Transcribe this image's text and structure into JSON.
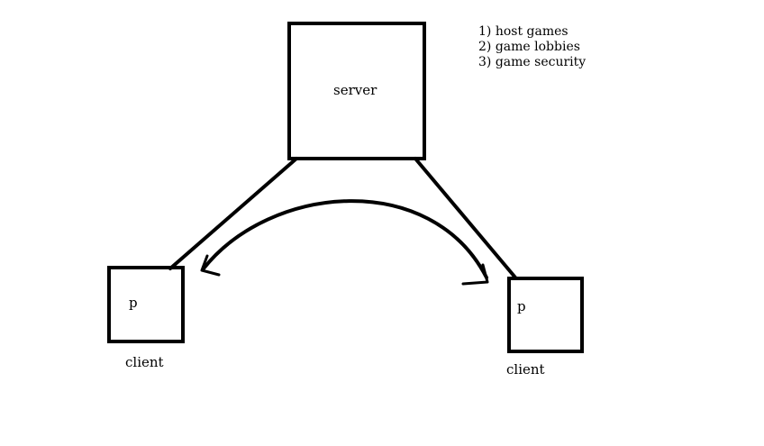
{
  "server": {
    "label": "server"
  },
  "clients": [
    {
      "marker": "p",
      "caption": "client"
    },
    {
      "marker": "p",
      "caption": "client"
    }
  ],
  "features": [
    "1) host games",
    "2) game lobbies",
    "3) game security"
  ],
  "colors": {
    "ink": "#000000",
    "background": "#ffffff"
  }
}
